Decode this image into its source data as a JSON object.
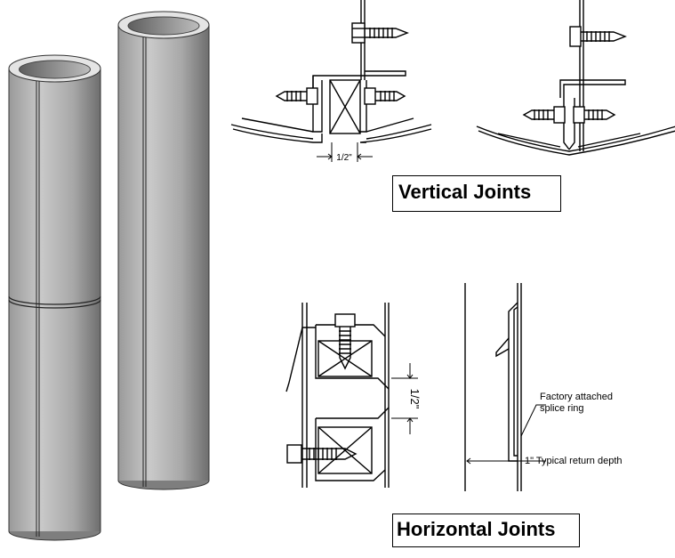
{
  "vertical_section": {
    "title": "Vertical Joints",
    "gap_dimension": "1/2\""
  },
  "horizontal_section": {
    "title": "Horizontal Joints",
    "gap_dimension": "1/2\"",
    "splice_note_line1": "Factory attached",
    "splice_note_line2": "splice ring",
    "return_depth_note": "1\" Typical return depth"
  },
  "colors": {
    "line": "#000000",
    "pipe_light": "#c8c8c8",
    "pipe_dark": "#7a7a7a",
    "pipe_top": "#e6e6e6"
  }
}
